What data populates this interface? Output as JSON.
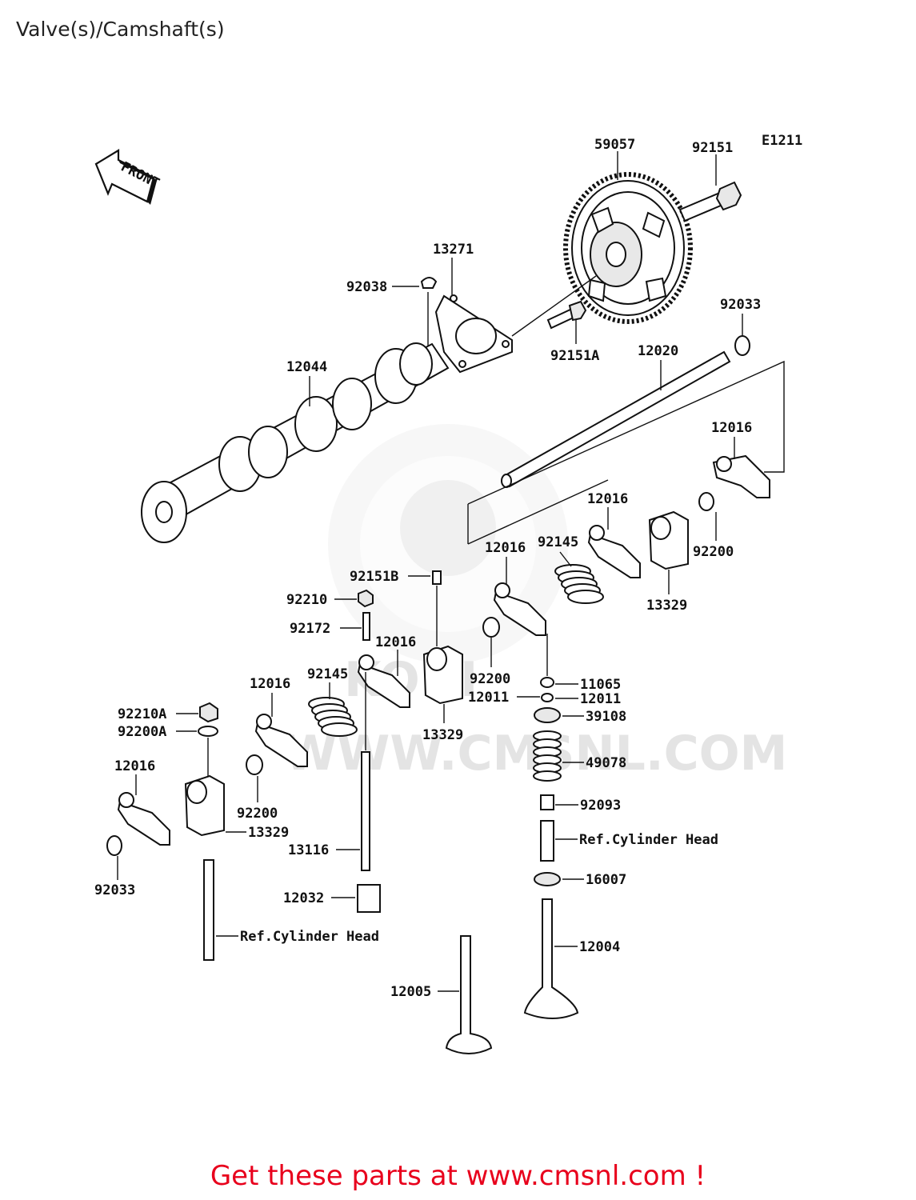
{
  "page": {
    "title": "Valve(s)/Camshaft(s)",
    "footer_link": "Get these parts at www.cmsnl.com !"
  },
  "diagram": {
    "code": "E1211",
    "front_arrow_label": "FRONT",
    "watermark_url": "WWW.CMSNL.COM",
    "parts": {
      "p59057": "59057",
      "p92151": "92151",
      "p13271": "13271",
      "p92038": "92038",
      "p92033_top": "92033",
      "p92151A": "92151A",
      "p12020": "12020",
      "p12044": "12044",
      "p12016_a": "12016",
      "p12016_b": "12016",
      "p12016_c": "12016",
      "p92145_a": "92145",
      "p92200_a": "92200",
      "p13329_a": "13329",
      "p92151B": "92151B",
      "p92210": "92210",
      "p92172": "92172",
      "p12016_d": "12016",
      "p92145_b": "92145",
      "p92200_b": "92200",
      "p11065": "11065",
      "p12011_l": "12011",
      "p12011_r": "12011",
      "p39108": "39108",
      "p13329_b": "13329",
      "p12016_e": "12016",
      "p92210A": "92210A",
      "p92200A": "92200A",
      "p49078": "49078",
      "p12016_f": "12016",
      "p92200_c": "92200",
      "p13329_c": "13329",
      "p92093": "92093",
      "p13116": "13116",
      "p92033_bot": "92033",
      "p16007": "16007",
      "p12032": "12032",
      "p12004": "12004",
      "p12005": "12005",
      "ref_head_1": "Ref.Cylinder Head",
      "ref_head_2": "Ref.Cylinder Head"
    }
  }
}
